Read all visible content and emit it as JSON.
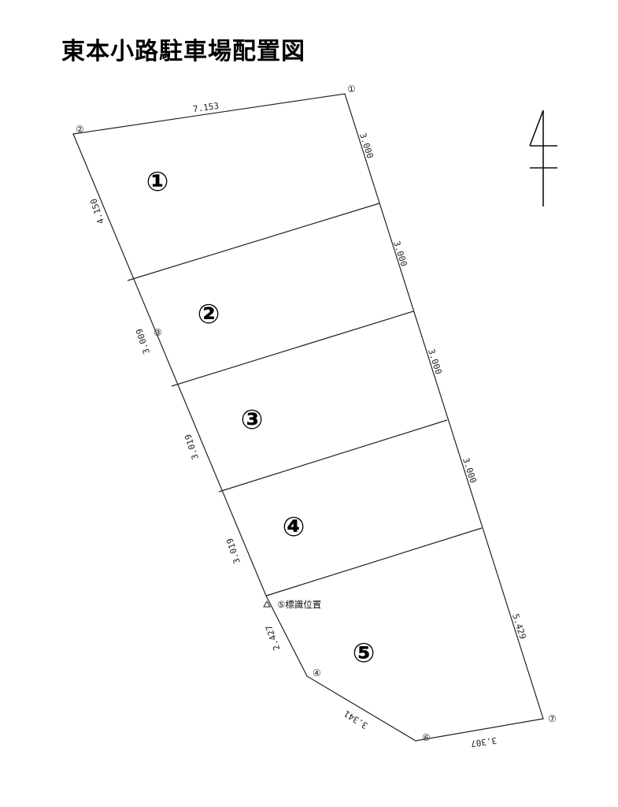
{
  "title": "東本小路駐車場配置図",
  "points": {
    "p1": "①",
    "p2": "②",
    "p3": "③",
    "p4": "④",
    "p5": "⑤",
    "p6": "⑥",
    "p7": "⑦"
  },
  "dimensions": {
    "top": "7.153",
    "right1": "3.000",
    "right2": "3.000",
    "right3": "3.000",
    "right4": "3.000",
    "right5": "5.429",
    "left1": "4.150",
    "left2": "3.009",
    "left3": "3.019",
    "left4": "3.019",
    "left5": "2.427",
    "bottom_diag": "3.341",
    "bottom": "3.307"
  },
  "lots": [
    "①",
    "②",
    "③",
    "④",
    "⑤"
  ],
  "sign_label": "⑤標識位置"
}
